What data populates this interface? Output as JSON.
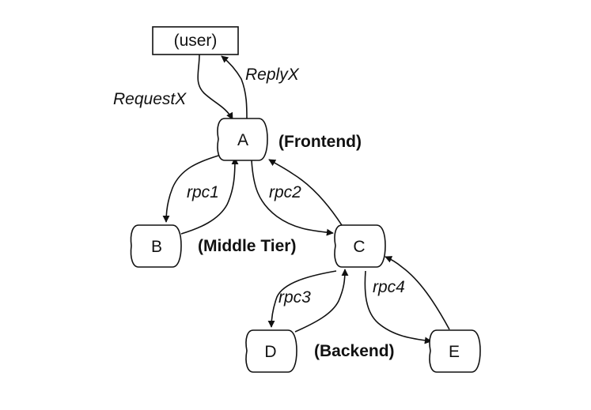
{
  "nodes": {
    "user": "(user)",
    "a": "A",
    "b": "B",
    "c": "C",
    "d": "D",
    "e": "E"
  },
  "tiers": {
    "frontend": "(Frontend)",
    "middle": "(Middle Tier)",
    "backend": "(Backend)"
  },
  "edges": {
    "request": "RequestX",
    "reply": "ReplyX",
    "rpc1": "rpc1",
    "rpc2": "rpc2",
    "rpc3": "rpc3",
    "rpc4": "rpc4"
  }
}
